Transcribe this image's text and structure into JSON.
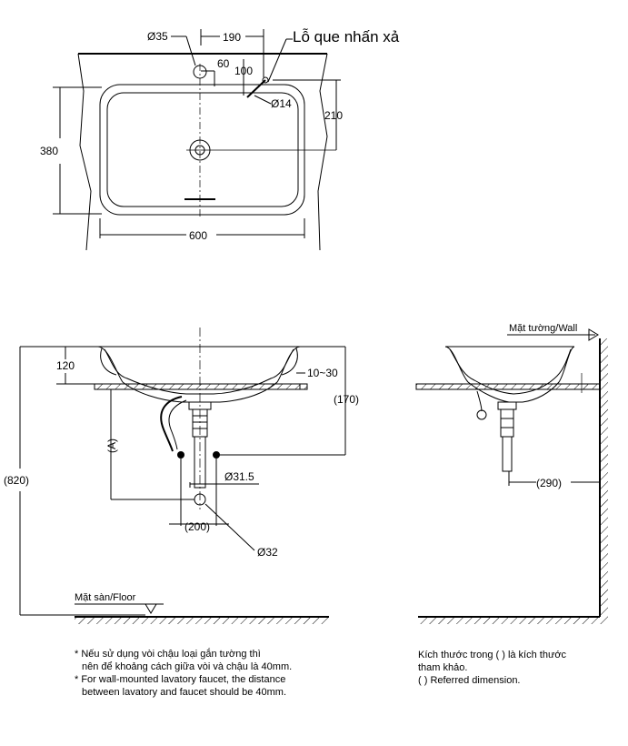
{
  "top_view": {
    "dim_35": "Ø35",
    "dim_190": "190",
    "dim_60": "60",
    "dim_100": "100",
    "drain_hole_label": "Lỗ que nhấn xả",
    "dim_14": "Ø14",
    "dim_210": "210",
    "dim_380": "380",
    "dim_600": "600"
  },
  "front_view": {
    "dim_120": "120",
    "dim_10_30": "10~30",
    "dim_170": "(170)",
    "dim_a": "(A)",
    "dim_820": "(820)",
    "dim_31_5": "Ø31.5",
    "dim_200": "(200)",
    "dim_32": "Ø32",
    "floor_label": "Mặt sàn/Floor"
  },
  "side_view": {
    "wall_label": "Mặt tường/Wall",
    "dim_290": "(290)"
  },
  "notes": {
    "left": [
      "* Nếu sử dụng vòi chậu loại gắn tường thì",
      "nên để khoảng cách giữa vòi và chậu là 40mm.",
      "* For wall-mounted lavatory faucet, the distance",
      "between lavatory and faucet should be 40mm."
    ],
    "right": [
      "Kích thước trong ( ) là kích thước",
      "tham khảo.",
      "( ) Referred dimension."
    ]
  }
}
